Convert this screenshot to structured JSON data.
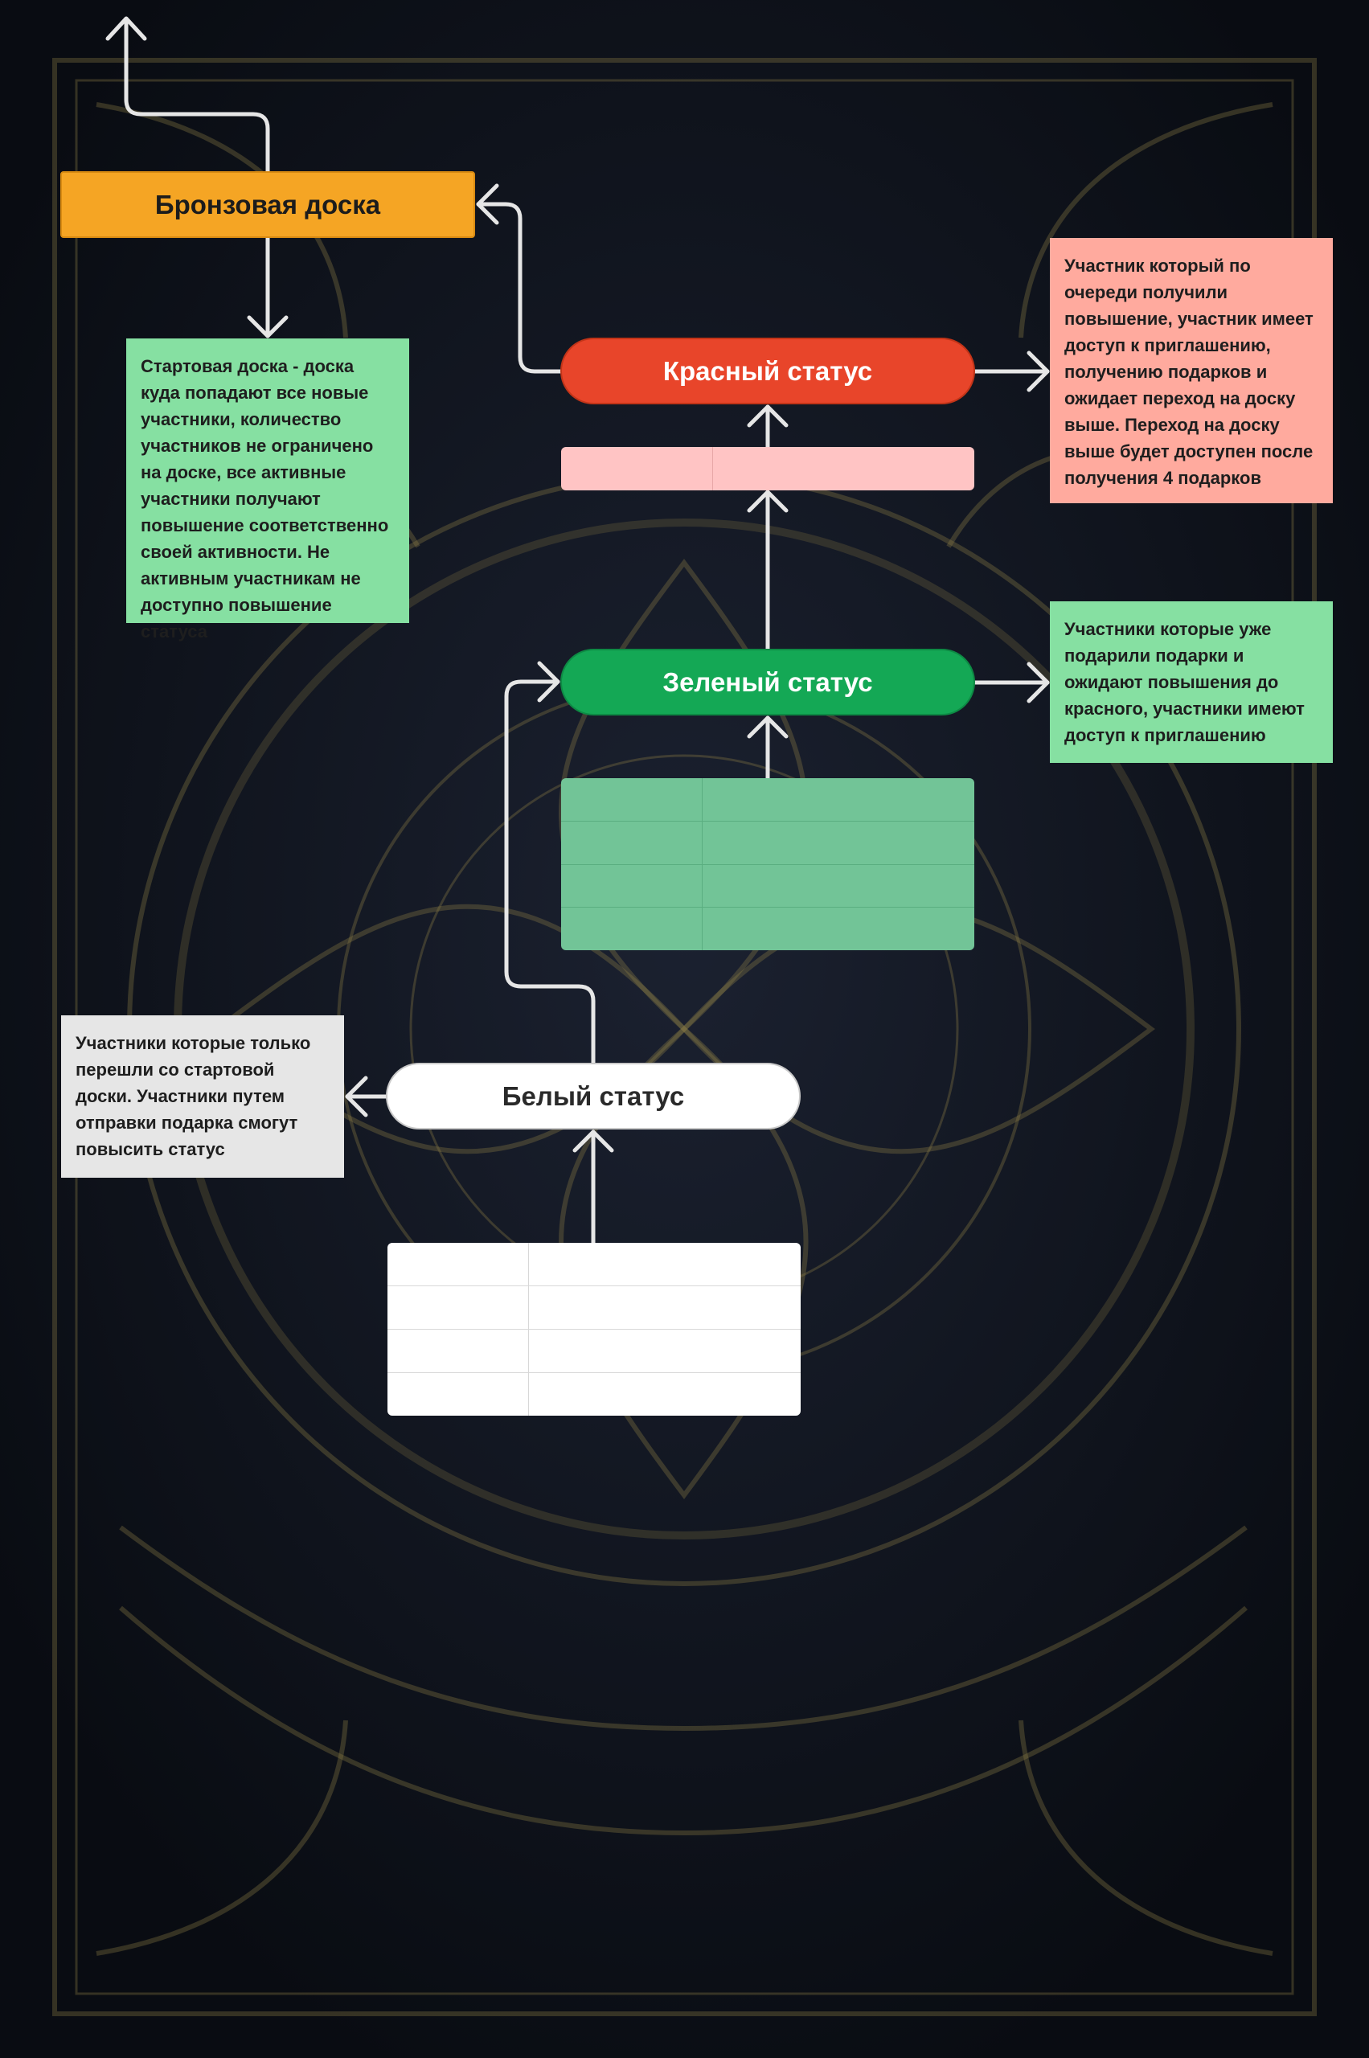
{
  "nodes": {
    "bronze_board": "Бронзовая доска",
    "red_status": "Красный статус",
    "green_status": "Зеленый статус",
    "white_status": "Белый статус"
  },
  "notes": {
    "start_board": "Стартовая доска - доска куда попадают все новые участники, количество участников не ограничено на доске, все активные участники получают повышение соответственно своей активности. Не активным участникам не доступно повышение статуса",
    "red_status": "Участник который по очереди получили повышение, участник имеет доступ к приглашению, получению подарков и ожидает переход на доску выше. Переход на доску выше будет доступен после получения 4 подарков",
    "green_status": "Участники которые уже подарили подарки и ожидают повышения до красного, участники имеют доступ к приглашению",
    "white_status": "Участники которые только перешли со стартовой доски. Участники путем отправки подарка смогут повысить статус"
  },
  "colors": {
    "bronze": "#f5a524",
    "red": "#e8452a",
    "green": "#14a855",
    "white": "#ffffff",
    "note_green": "#86e0a2",
    "note_red": "#ffaa9e",
    "note_gray": "#e6e6e6",
    "arrow": "#e6e6e6"
  }
}
